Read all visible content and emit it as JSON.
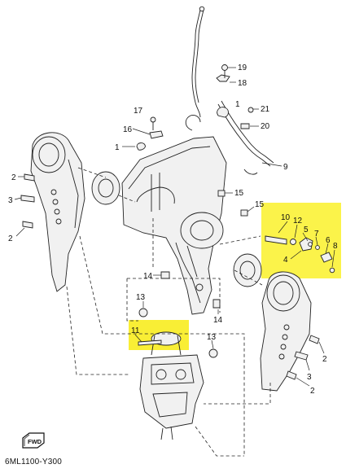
{
  "diagram": {
    "catalog_code": "6ML1100-Y300",
    "fwd_label": "FWD",
    "callouts": [
      "1",
      "2",
      "3",
      "4",
      "5",
      "6",
      "7",
      "8",
      "9",
      "10",
      "11",
      "12",
      "13",
      "14",
      "15",
      "16",
      "17",
      "18",
      "19",
      "20",
      "21"
    ],
    "highlight_color": "#fbf34a"
  },
  "labels": {
    "c19": "19",
    "c18": "18",
    "c1a": "1",
    "c21": "21",
    "c17": "17",
    "c20": "20",
    "c16": "16",
    "c1b": "1",
    "c9": "9",
    "c2a": "2",
    "c3a": "3",
    "c2b": "2",
    "c15a": "15",
    "c15b": "15",
    "c10": "10",
    "c12": "12",
    "c5": "5",
    "c7": "7",
    "c4": "4",
    "c6": "6",
    "c8": "8",
    "c14a": "14",
    "c13a": "13",
    "c14b": "14",
    "c11": "11",
    "c13b": "13",
    "c2c": "2",
    "c3b": "3",
    "c2d": "2"
  }
}
